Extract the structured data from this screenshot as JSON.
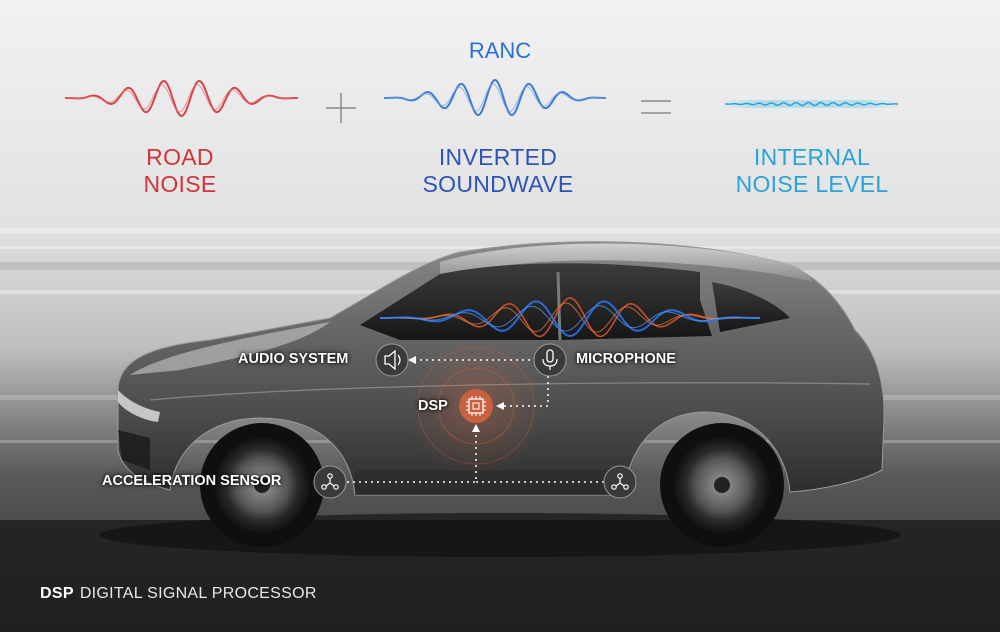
{
  "header": {
    "ranc_label": "RANC",
    "plus_symbol": "+",
    "equals_symbol": "="
  },
  "equation": {
    "road_noise": {
      "line1": "ROAD",
      "line2": "NOISE",
      "color": "#d2343a"
    },
    "inverted": {
      "line1": "INVERTED",
      "line2": "SOUNDWAVE",
      "color": "#2d55b4"
    },
    "internal": {
      "line1": "INTERNAL",
      "line2": "NOISE LEVEL",
      "color": "#2aa3d6"
    },
    "ranc_color": "#2d6fd0"
  },
  "nodes": {
    "audio_system": {
      "label": "AUDIO SYSTEM",
      "icon": "speaker-icon"
    },
    "microphone": {
      "label": "MICROPHONE",
      "icon": "microphone-icon"
    },
    "dsp": {
      "label": "DSP",
      "icon": "chip-icon",
      "color": "#c8613f"
    },
    "acceleration_sensor": {
      "label": "ACCELERATION SENSOR",
      "icon": "sensor-icon"
    }
  },
  "legend": {
    "abbr": "DSP",
    "text": "DIGITAL SIGNAL PROCESSOR"
  }
}
